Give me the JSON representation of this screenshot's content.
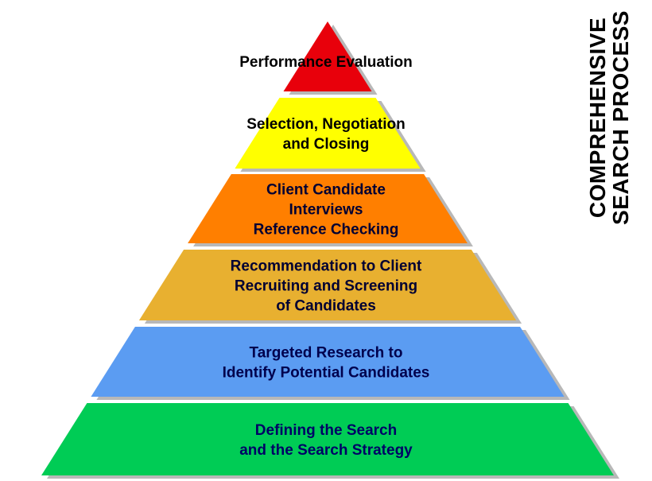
{
  "side_title": {
    "line1": "COMPREHENSIVE",
    "line2": "SEARCH PROCESS"
  },
  "tiers": [
    {
      "name": "performance-evaluation",
      "lines": [
        "Performance Evaluation"
      ],
      "fill": "#e8000b",
      "text_color": "#000000"
    },
    {
      "name": "selection-negotiation-closing",
      "lines": [
        "Selection, Negotiation",
        "and Closing"
      ],
      "fill": "#ffff00",
      "text_color": "#000000"
    },
    {
      "name": "client-candidate-interviews",
      "lines": [
        "Client Candidate",
        "Interviews",
        "Reference Checking"
      ],
      "fill": "#ff7f00",
      "text_color": "#000033"
    },
    {
      "name": "recommendation-recruiting",
      "lines": [
        "Recommendation to Client",
        "Recruiting and Screening",
        "of Candidates"
      ],
      "fill": "#e8b030",
      "text_color": "#000033"
    },
    {
      "name": "targeted-research",
      "lines": [
        "Targeted Research to",
        "Identify Potential Candidates"
      ],
      "fill": "#5b9cf2",
      "text_color": "#00004d"
    },
    {
      "name": "defining-the-search",
      "lines": [
        "Defining the Search",
        "and the Search Strategy"
      ],
      "fill": "#00cc55",
      "text_color": "#000066"
    }
  ],
  "shadow_color": "#b8b8b8"
}
